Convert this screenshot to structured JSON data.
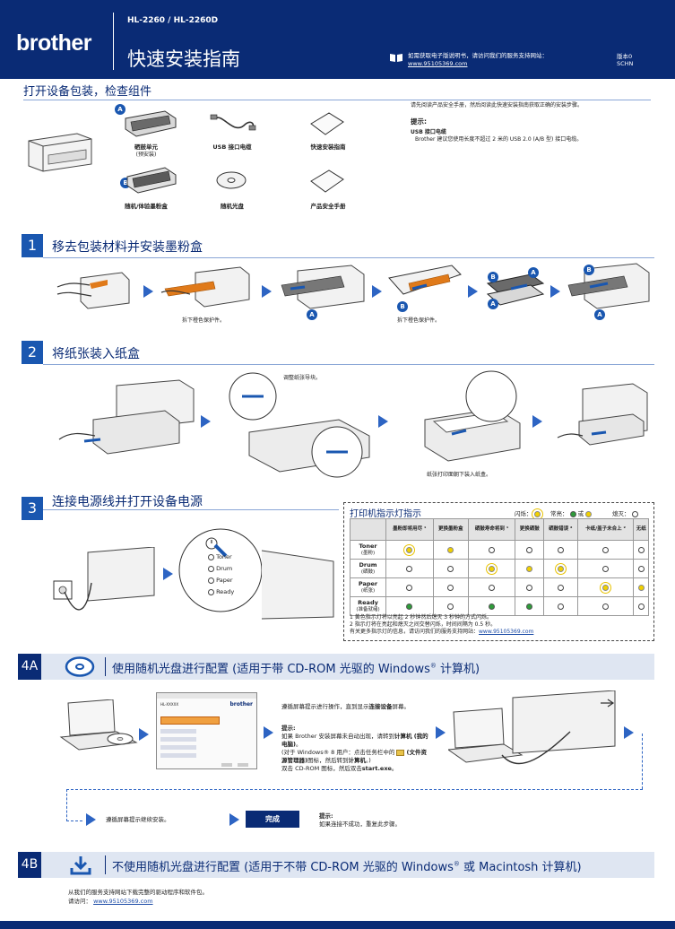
{
  "header": {
    "brand": "brother",
    "model": "HL-2260 / HL-2260D",
    "title": "快速安装指南",
    "web_info": "如需获取电子版说明书，请访问我们的服务支持网站：",
    "web_url": "www.95105369.com",
    "version_line1": "版本0",
    "version_line2": "SCHN",
    "brand_color": "#0a2b75"
  },
  "unpack": {
    "title": "打开设备包装，检查组件",
    "components": [
      {
        "label": "硒鼓单元",
        "sub": "(预安装)",
        "badge": "A",
        "icon": "drum-unit-icon"
      },
      {
        "label": "USB 接口电缆",
        "sub": "",
        "badge": "",
        "icon": "usb-cable-icon"
      },
      {
        "label": "快速安装指南",
        "sub": "",
        "badge": "",
        "icon": "quick-guide-icon"
      },
      {
        "label": "随机/体验墨粉盒",
        "sub": "",
        "badge": "B",
        "icon": "toner-cartridge-icon"
      },
      {
        "label": "随机光盘",
        "sub": "",
        "badge": "",
        "icon": "cd-rom-icon"
      },
      {
        "label": "产品安全手册",
        "sub": "",
        "badge": "",
        "icon": "safety-guide-icon"
      }
    ],
    "safety_note": "请先阅读产品安全手册，然后阅读此快速安装指南获取正确的安装步骤。",
    "hint_title": "提示:",
    "usb_title": "USB 接口电缆",
    "usb_note": "Brother 建议您使用长度不超过 2 米的 USB 2.0 (A/B 型) 接口电缆。"
  },
  "step1": {
    "number": "1",
    "title": "移去包装材料并安装墨粉盒",
    "caption1": "拆下橙色保护件。",
    "caption2": "拆下橙色保护件。"
  },
  "step2": {
    "number": "2",
    "title": "将纸张装入纸盒",
    "caption_guides": "调整纸张导块。",
    "caption_paper": "纸张打印面朝下装入纸盒。"
  },
  "step3": {
    "number": "3",
    "title": "连接电源线并打开设备电源",
    "leds": [
      "Toner",
      "Drum",
      "Paper",
      "Ready"
    ]
  },
  "indicator": {
    "title": "打印机指示灯指示",
    "legend_blink": "闪烁：",
    "legend_on": "常亮：",
    "legend_or": "或",
    "legend_off": "熄灭：",
    "columns": [
      "墨粉即将用尽 ¹",
      "更换墨粉盒",
      "硒鼓寿命将到 ¹",
      "更换硒鼓",
      "硒鼓错误 ²",
      "卡纸/盖子未合上 ²",
      "无纸"
    ],
    "rows": [
      {
        "name": "Toner",
        "zh": "(墨粉)",
        "states": [
          "blink",
          "on",
          "off",
          "off",
          "off",
          "off",
          "off"
        ]
      },
      {
        "name": "Drum",
        "zh": "(硒鼓)",
        "states": [
          "off",
          "off",
          "blink",
          "on",
          "blink",
          "off",
          "off"
        ]
      },
      {
        "name": "Paper",
        "zh": "(纸张)",
        "states": [
          "off",
          "off",
          "off",
          "off",
          "off",
          "blink",
          "on"
        ]
      },
      {
        "name": "Ready",
        "zh": "(准备就绪)",
        "states": [
          "green",
          "off",
          "green",
          "green",
          "off",
          "off",
          "off"
        ]
      }
    ],
    "note1": "1 黄色指示灯将以亮起 2 秒钟然后熄灭 3 秒钟的方式闪烁。",
    "note2": "2 指示灯将在亮起和熄灭之间交替闪烁，时间间隔为 0.5 秒。",
    "note3": "有关更多指示灯的信息，请访问我们的服务支持网站：",
    "note3_url": "www.95105369.com"
  },
  "step4a": {
    "number": "4A",
    "title": "使用随机光盘进行配置 (适用于带 CD-ROM 光驱的 Windows",
    "reg": "®",
    "title_end": " 计算机)",
    "screen_brand": "brother",
    "screen_model": "HL-XXXXX",
    "text1a": "遵循屏幕提示进行操作，直到显示",
    "text1b": "连接设备",
    "text1c": "屏幕。",
    "hint": "提示:",
    "hint1": "如果 Brother 安装屏幕未自动出现，请转到",
    "hint1b": "计算机 (我的电脑)",
    "hint1c": "。",
    "hint2": "(对于 Windows® 8 用户：点击任务栏中的",
    "hint2b": "(文件资源管理器)",
    "hint2c": "图标，然后转到",
    "hint2d": "计算机",
    "hint2e": "。)",
    "hint3": "双击 CD-ROM 图标，然后双击",
    "hint3b": "start.exe",
    "hint3c": "。",
    "follow": "遵循屏幕提示继续安装。",
    "done": "完成",
    "hint_b": "提示:",
    "retry": "如果连接不成功，重复此步骤。"
  },
  "step4b": {
    "number": "4B",
    "title": "不使用随机光盘进行配置 (适用于不带 CD-ROM 光驱的 Windows",
    "reg": "®",
    "title_end": " 或 Macintosh 计算机)",
    "line1": "从我们的服务支持网站下载完整的驱动程序和软件包。",
    "line2": "请访问：",
    "url": "www.95105369.com"
  }
}
